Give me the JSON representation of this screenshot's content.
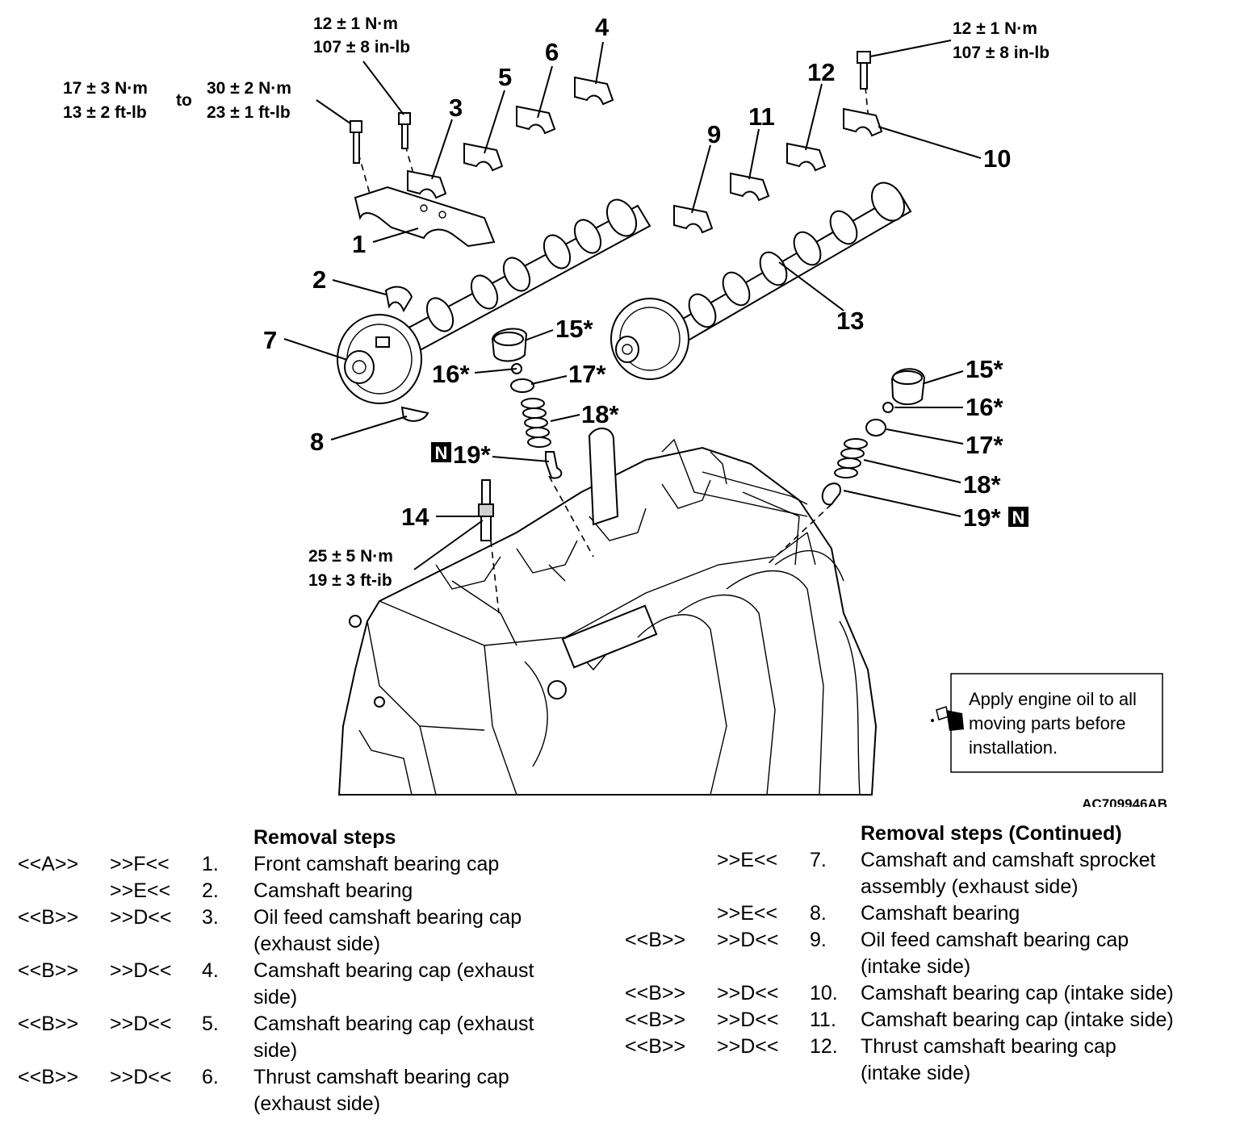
{
  "diagram": {
    "figure_id": "AC709946AB",
    "torque_specs": {
      "bolt_left_from_nm": "17 ± 3 N·m",
      "bolt_left_from_ftlb": "13 ± 2 ft-lb",
      "to_word": "to",
      "bolt_left_to_nm": "30 ± 2 N·m",
      "bolt_left_to_ftlb": "23 ± 1 ft-lb",
      "bolt_center_nm": "12 ± 1 N·m",
      "bolt_center_inlb": "107 ± 8 in-lb",
      "bolt_right_nm": "12 ± 1 N·m",
      "bolt_right_inlb": "107 ± 8 in-lb",
      "spark_plug_nm": "25 ± 5 N·m",
      "spark_plug_ftib": "19 ± 3 ft-ib"
    },
    "callouts": {
      "c1": "1",
      "c2": "2",
      "c3": "3",
      "c4": "4",
      "c5": "5",
      "c6": "6",
      "c7": "7",
      "c8": "8",
      "c9": "9",
      "c10": "10",
      "c11": "11",
      "c12": "12",
      "c13": "13",
      "c14": "14",
      "c15a": "15*",
      "c16a": "16*",
      "c17a": "17*",
      "c18a": "18*",
      "c19a": "19*",
      "c15b": "15*",
      "c16b": "16*",
      "c17b": "17*",
      "c18b": "18*",
      "c19b": "19*",
      "n_mark": "N"
    },
    "oil_note": {
      "line1": "Apply engine oil to all",
      "line2": "moving parts before",
      "line3": "installation."
    }
  },
  "removal_steps": {
    "heading": "Removal steps",
    "items": [
      {
        "removal": "<<A>>",
        "install": ">>F<<",
        "num": "1.",
        "text": "Front camshaft bearing cap"
      },
      {
        "removal": "",
        "install": ">>E<<",
        "num": "2.",
        "text": "Camshaft bearing"
      },
      {
        "removal": "<<B>>",
        "install": ">>D<<",
        "num": "3.",
        "text": "Oil feed camshaft bearing cap",
        "text2": "(exhaust side)"
      },
      {
        "removal": "<<B>>",
        "install": ">>D<<",
        "num": "4.",
        "text": "Camshaft bearing cap (exhaust",
        "text2": "side)"
      },
      {
        "removal": "<<B>>",
        "install": ">>D<<",
        "num": "5.",
        "text": "Camshaft bearing cap (exhaust",
        "text2": "side)"
      },
      {
        "removal": "<<B>>",
        "install": ">>D<<",
        "num": "6.",
        "text": "Thrust camshaft bearing cap",
        "text2": "(exhaust side)"
      }
    ]
  },
  "removal_steps_continued": {
    "heading": "Removal steps (Continued)",
    "items": [
      {
        "removal": "",
        "install": ">>E<<",
        "num": "7.",
        "text": "Camshaft and camshaft sprocket",
        "text2": "assembly (exhaust side)"
      },
      {
        "removal": "",
        "install": ">>E<<",
        "num": "8.",
        "text": "Camshaft bearing"
      },
      {
        "removal": "<<B>>",
        "install": ">>D<<",
        "num": "9.",
        "text": "Oil feed camshaft bearing cap",
        "text2": "(intake side)"
      },
      {
        "removal": "<<B>>",
        "install": ">>D<<",
        "num": "10.",
        "text": "Camshaft bearing cap (intake side)"
      },
      {
        "removal": "<<B>>",
        "install": ">>D<<",
        "num": "11.",
        "text": "Camshaft bearing cap (intake side)"
      },
      {
        "removal": "<<B>>",
        "install": ">>D<<",
        "num": "12.",
        "text": "Thrust camshaft bearing cap",
        "text2": "(intake side)"
      }
    ]
  }
}
